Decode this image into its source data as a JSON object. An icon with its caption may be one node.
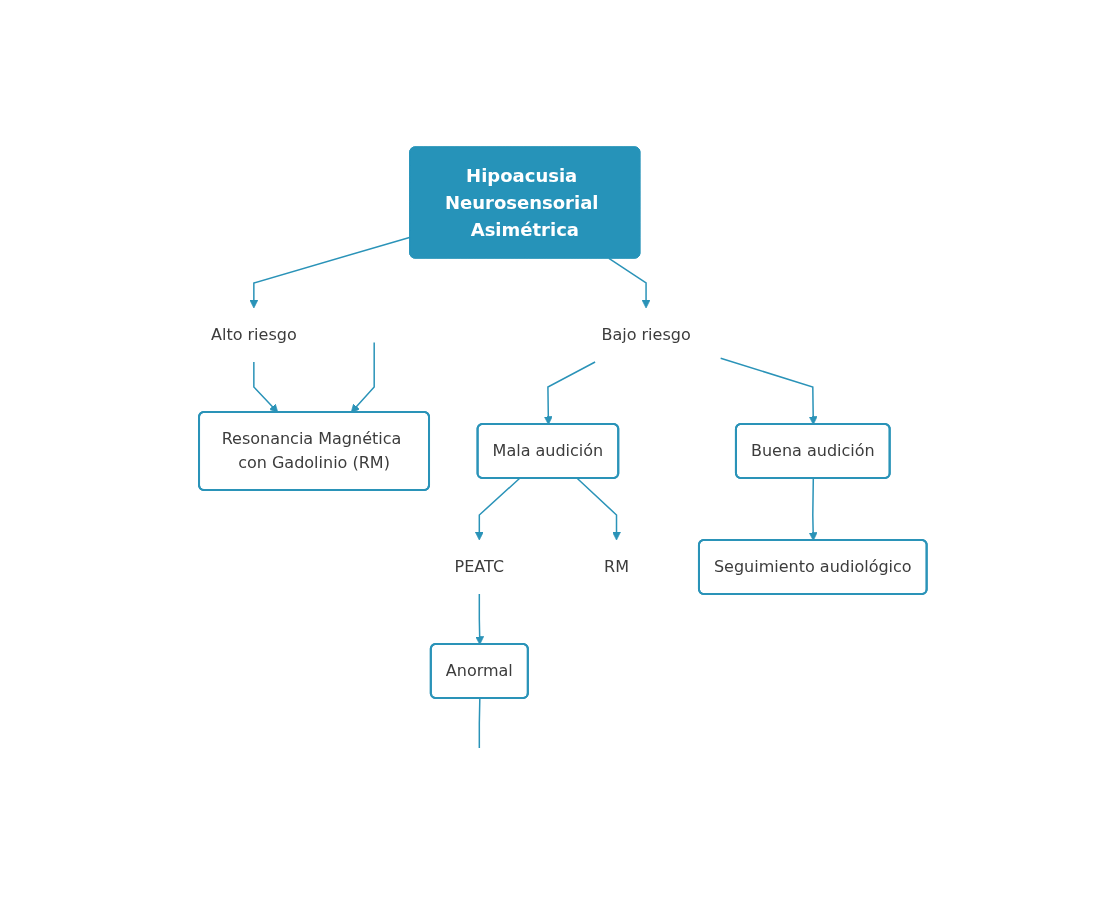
{
  "diagram": {
    "nodes": [
      {
        "text": [
          "Hipoacusia Neurosensorial Asimétrica"
        ]
      },
      {
        "text": [
          "Alto riesgo"
        ]
      },
      {
        "text": [
          "Bajo riesgo"
        ]
      },
      {
        "text": [
          "Resonancia Magnética con Gadolinio (RM)"
        ]
      },
      {
        "text": [
          "Buena audición"
        ]
      },
      {
        "text": [
          "Mala audición"
        ]
      },
      {
        "text": [
          "PEATC"
        ]
      },
      {
        "text": [
          "RM"
        ]
      },
      {
        "text": [
          "Seguimiento audiológico"
        ]
      },
      {
        "text": [
          "Anormal"
        ]
      }
    ],
    "edges": [
      {
        "from": 0,
        "to": 1,
        "arrow": "to"
      },
      {
        "from": 0,
        "to": 2,
        "arrow": "to"
      },
      {
        "from": 1,
        "to": 3,
        "arrow": "to"
      },
      {
        "from": 2,
        "to": 4,
        "arrow": "to"
      },
      {
        "from": 2,
        "to": 5,
        "arrow": "to"
      },
      {
        "from": 4,
        "to": 8,
        "arrow": "to"
      },
      {
        "from": 5,
        "to": 6,
        "arrow": "to"
      },
      {
        "from": 5,
        "to": 7,
        "arrow": "to"
      },
      {
        "from": 6,
        "to": 9,
        "arrow": "to"
      },
      {
        "from": 9,
        "to": null,
        "arrow": "none"
      },
      {
        "from": null,
        "to": 3,
        "arrow": "to"
      }
    ]
  }
}
